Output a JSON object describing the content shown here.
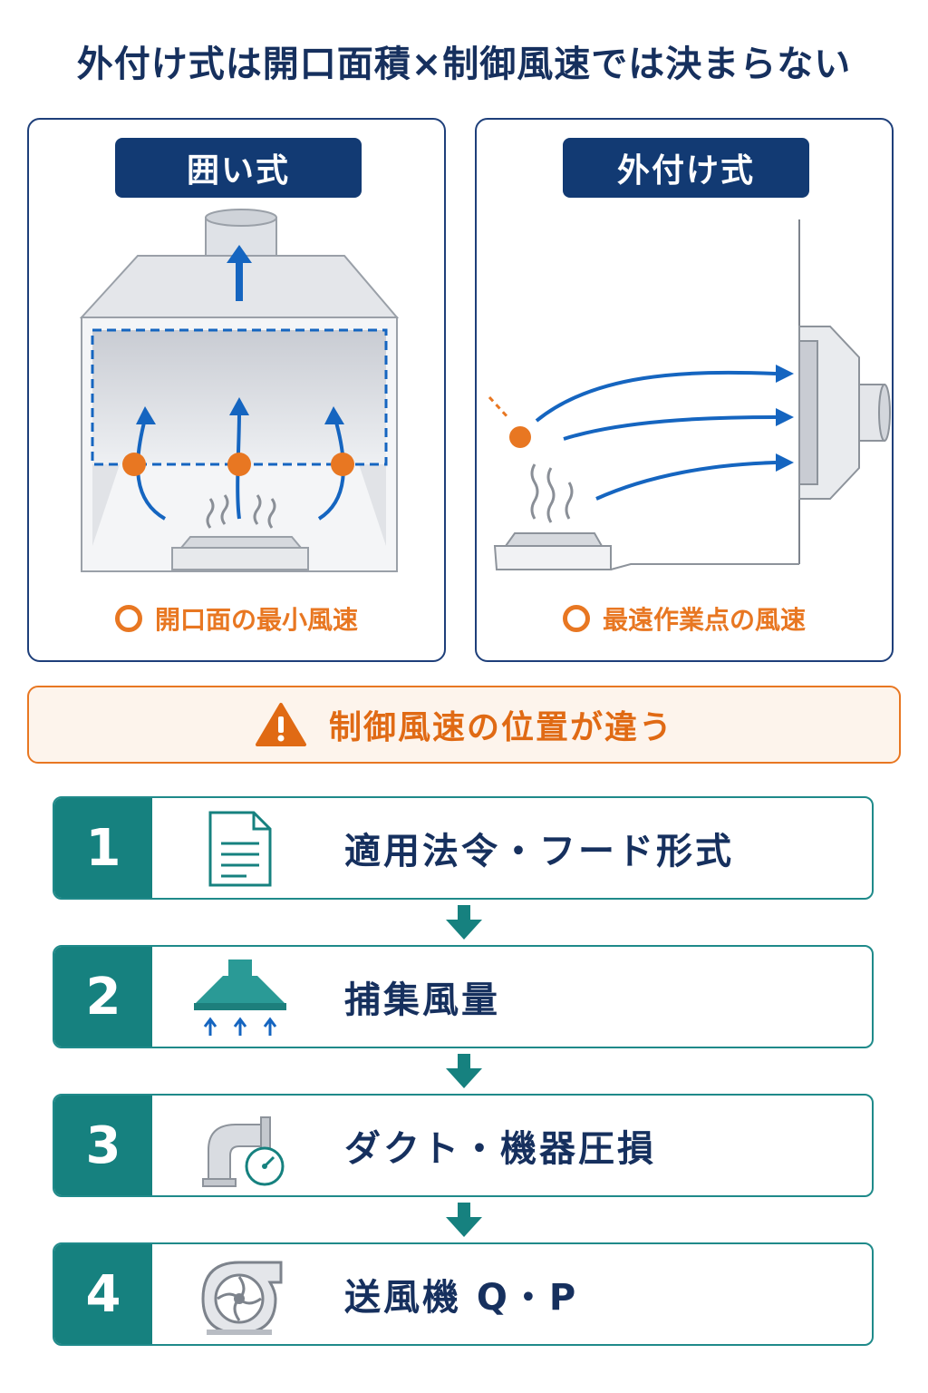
{
  "title": "外付け式は開口面積×制御風速では決まらない",
  "panels": {
    "enclosed": {
      "label": "囲い式",
      "caption": "開口面の最小風速"
    },
    "external": {
      "label": "外付け式",
      "caption": "最遠作業点の風速"
    }
  },
  "warning": {
    "icon": "warning-triangle-icon",
    "text": "制御風速の位置が違う"
  },
  "steps": [
    {
      "number": "1",
      "label": "適用法令・フード形式",
      "icon": "document-icon"
    },
    {
      "number": "2",
      "label": "捕集風量",
      "icon": "hood-icon"
    },
    {
      "number": "3",
      "label": "ダクト・機器圧損",
      "icon": "duct-gauge-icon"
    },
    {
      "number": "4",
      "label": "送風機 Q・P",
      "icon": "blower-fan-icon"
    }
  ],
  "colors": {
    "navy": "#123a73",
    "orange": "#e87722",
    "teal": "#16817f",
    "blue": "#1565c0"
  }
}
